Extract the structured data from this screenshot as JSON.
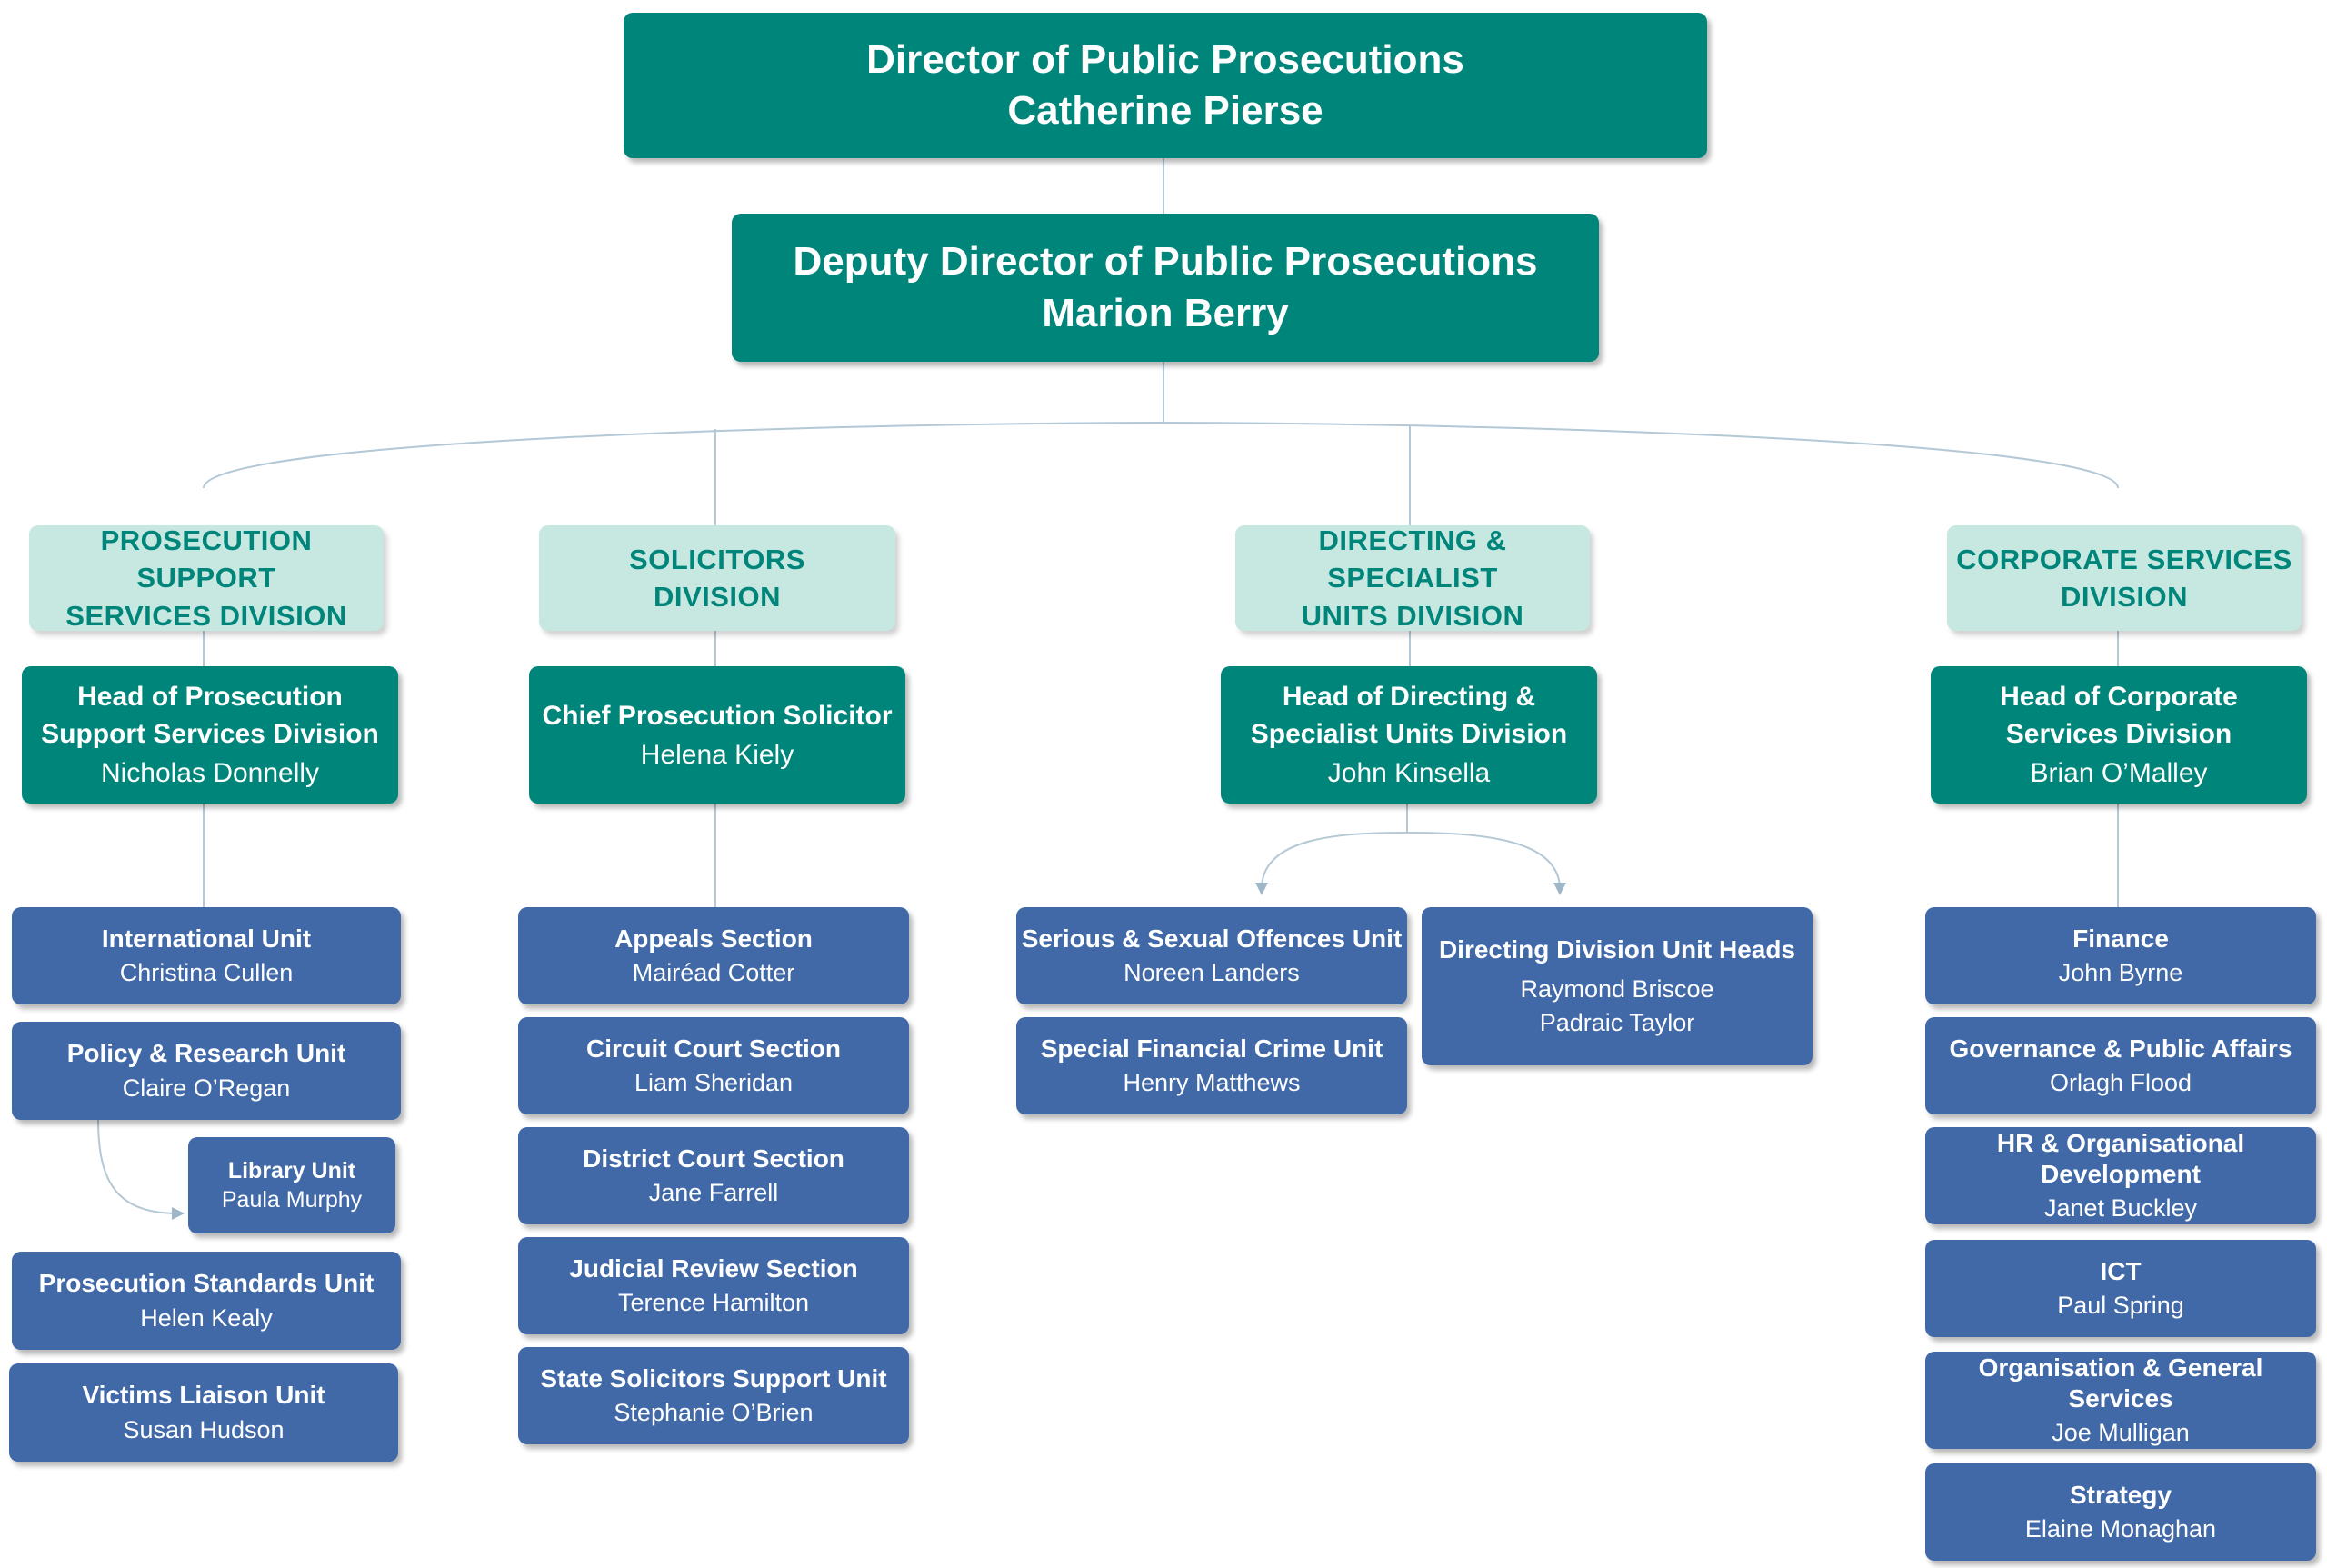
{
  "director": {
    "title": "Director of Public Prosecutions",
    "name": "Catherine Pierse"
  },
  "deputy": {
    "title": "Deputy Director of Public Prosecutions",
    "name": "Marion Berry"
  },
  "divisions": {
    "prosecution_support": {
      "label": [
        "PROSECUTION SUPPORT",
        "SERVICES DIVISION"
      ],
      "head_title": [
        "Head of Prosecution",
        "Support Services Division"
      ],
      "head_name": "Nicholas Donnelly",
      "units": [
        {
          "title": "International Unit",
          "name": "Christina Cullen"
        },
        {
          "title": "Policy & Research Unit",
          "name": "Claire O’Regan"
        },
        {
          "title": "Library Unit",
          "name": "Paula Murphy"
        },
        {
          "title": "Prosecution Standards Unit",
          "name": "Helen Kealy"
        },
        {
          "title": "Victims Liaison Unit",
          "name": "Susan Hudson"
        }
      ]
    },
    "solicitors": {
      "label": [
        "SOLICITORS",
        "DIVISION"
      ],
      "head_title": "Chief Prosecution Solicitor",
      "head_name": "Helena Kiely",
      "units": [
        {
          "title": "Appeals Section",
          "name": "Mairéad Cotter"
        },
        {
          "title": "Circuit Court Section",
          "name": "Liam Sheridan"
        },
        {
          "title": "District Court Section",
          "name": "Jane Farrell"
        },
        {
          "title": "Judicial Review Section",
          "name": "Terence Hamilton"
        },
        {
          "title": "State Solicitors Support Unit",
          "name": "Stephanie O’Brien"
        }
      ]
    },
    "directing": {
      "label": [
        "DIRECTING & SPECIALIST",
        "UNITS DIVISION"
      ],
      "head_title": [
        "Head of Directing &",
        "Specialist Units Division"
      ],
      "head_name": "John Kinsella",
      "units": [
        {
          "title": "Serious & Sexual Offences Unit",
          "name": "Noreen Landers"
        },
        {
          "title": "Special Financial Crime Unit",
          "name": "Henry Matthews"
        }
      ],
      "unit_heads": {
        "title": "Directing Division Unit Heads",
        "names": [
          "Raymond Briscoe",
          "Padraic Taylor"
        ]
      }
    },
    "corporate": {
      "label": [
        "CORPORATE SERVICES",
        "DIVISION"
      ],
      "head_title": [
        "Head of Corporate",
        "Services Division"
      ],
      "head_name": "Brian O’Malley",
      "units": [
        {
          "title": "Finance",
          "name": "John Byrne"
        },
        {
          "title": "Governance & Public Affairs",
          "name": "Orlagh Flood"
        },
        {
          "title": "HR & Organisational Development",
          "name": "Janet Buckley"
        },
        {
          "title": "ICT",
          "name": "Paul Spring"
        },
        {
          "title": "Organisation & General Services",
          "name": "Joe Mulligan"
        },
        {
          "title": "Strategy",
          "name": "Elaine Monaghan"
        }
      ]
    }
  },
  "colors": {
    "teal": "#00857a",
    "mint": "#c7e7e1",
    "blue": "#4169a8",
    "connector": "#b4c8d6"
  }
}
